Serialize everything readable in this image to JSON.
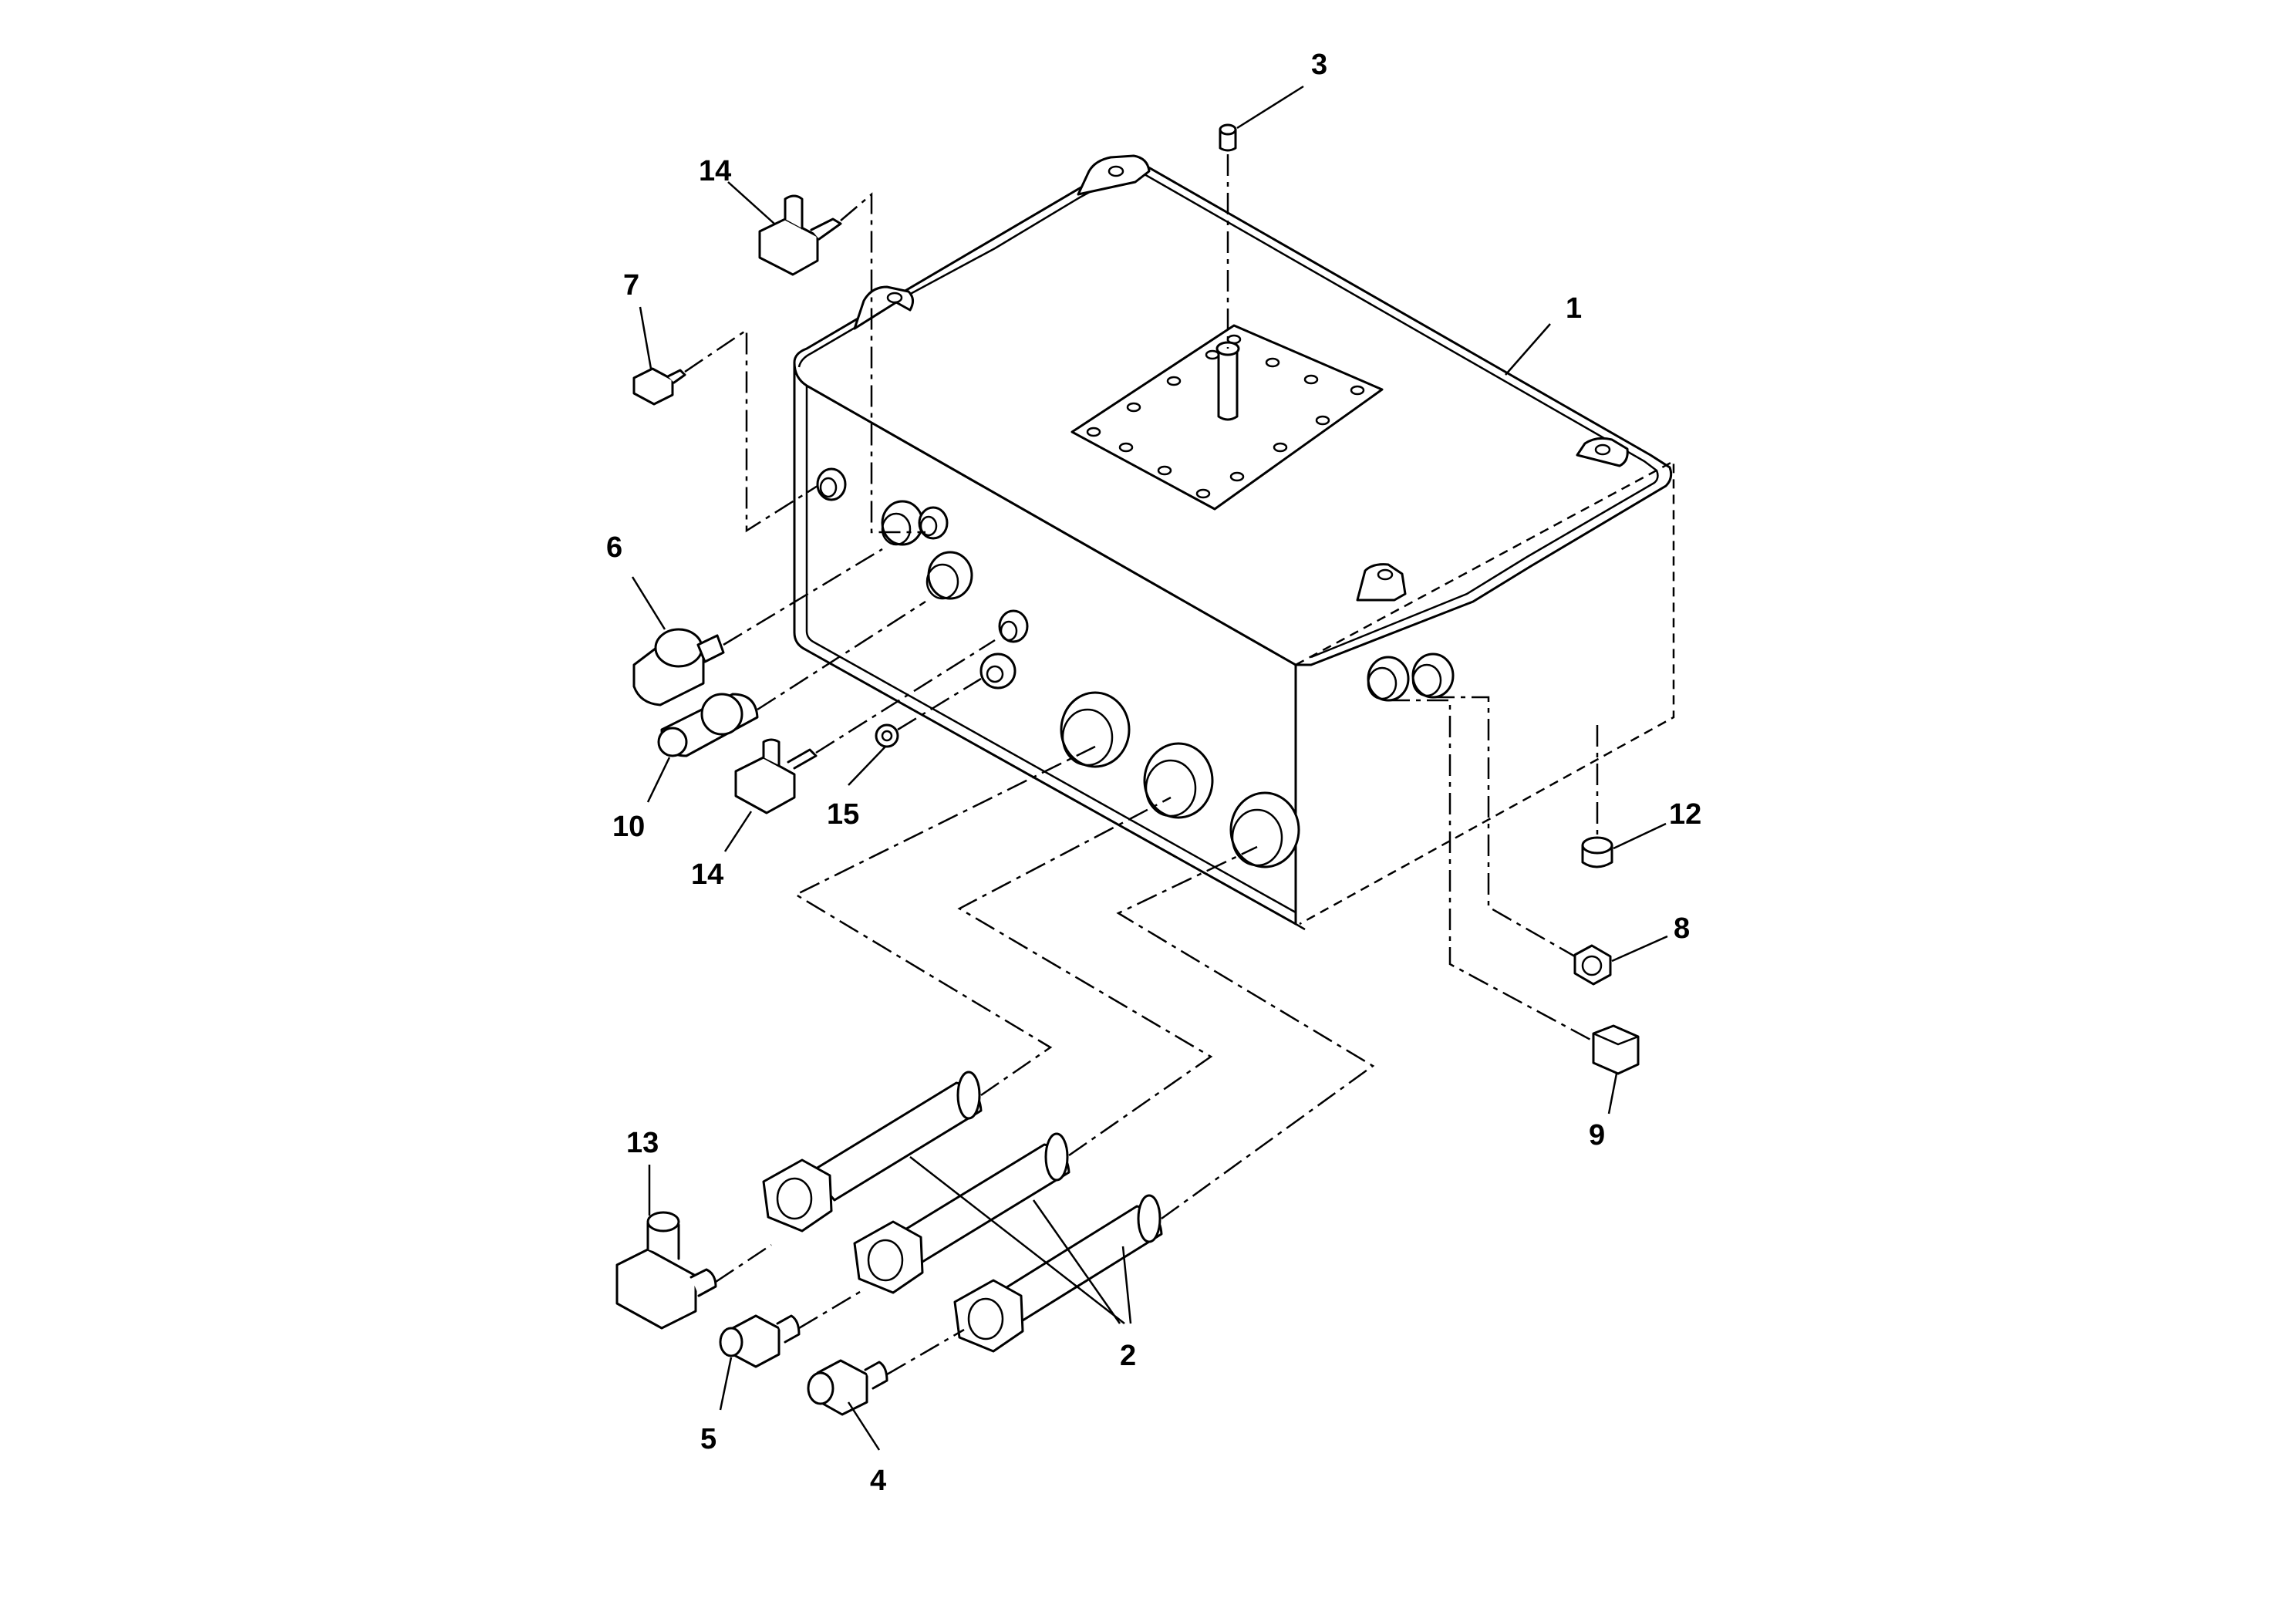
{
  "callouts": [
    {
      "id": "1",
      "label": "1",
      "part": "tank-body"
    },
    {
      "id": "2",
      "label": "2",
      "part": "strainer-tubes"
    },
    {
      "id": "3",
      "label": "3",
      "part": "breather-cap"
    },
    {
      "id": "4",
      "label": "4",
      "part": "straight-fitting-lower"
    },
    {
      "id": "5",
      "label": "5",
      "part": "straight-fitting-upper"
    },
    {
      "id": "6",
      "label": "6",
      "part": "sight-gauge"
    },
    {
      "id": "7",
      "label": "7",
      "part": "small-elbow"
    },
    {
      "id": "8",
      "label": "8",
      "part": "plug-small"
    },
    {
      "id": "9",
      "label": "9",
      "part": "plug-hex"
    },
    {
      "id": "10",
      "label": "10",
      "part": "union-fitting"
    },
    {
      "id": "12",
      "label": "12",
      "part": "drain-plug"
    },
    {
      "id": "13",
      "label": "13",
      "part": "elbow-fitting"
    },
    {
      "id": "14a",
      "label": "14",
      "part": "elbow-upper"
    },
    {
      "id": "14b",
      "label": "14",
      "part": "elbow-lower"
    },
    {
      "id": "15",
      "label": "15",
      "part": "washer"
    }
  ],
  "colors": {
    "line": "#000000",
    "background": "#ffffff"
  }
}
